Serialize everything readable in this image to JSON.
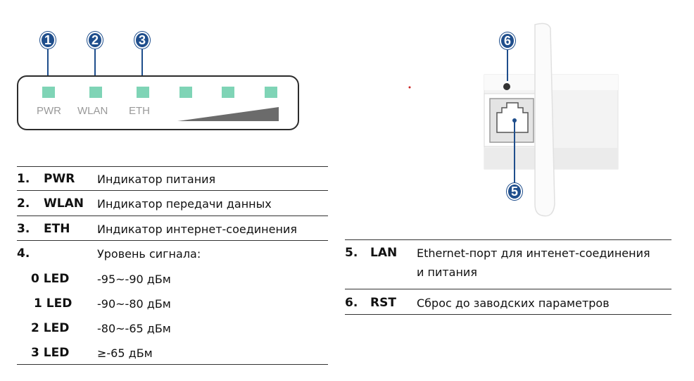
{
  "led_panel": {
    "labels": [
      "PWR",
      "WLAN",
      "ETH"
    ],
    "callouts": [
      "1",
      "2",
      "3"
    ],
    "colors": {
      "led": "#7fd4b6",
      "callout": "#1f4e8c",
      "ramp": "#6b6b6b"
    }
  },
  "left_table": {
    "rows": [
      {
        "num": "1.",
        "code": "PWR",
        "desc": "Индикатор питания"
      },
      {
        "num": "2.",
        "code": "WLAN",
        "desc": "Индикатор передачи данных"
      },
      {
        "num": "3.",
        "code": "ETH",
        "desc": "Индикатор интернет-соединения"
      },
      {
        "num": "4.",
        "code": "",
        "desc": "Уровень сигнала:"
      }
    ],
    "signal_levels": [
      {
        "code": "0 LED",
        "desc": "-95~-90 дБм"
      },
      {
        "code": "1 LED",
        "desc": "-90~-80 дБм"
      },
      {
        "code": "2 LED",
        "desc": "-80~-65 дБм"
      },
      {
        "code": "3 LED",
        "desc": "≥-65 дБм"
      }
    ]
  },
  "device": {
    "callouts": [
      "6",
      "5"
    ]
  },
  "right_table": {
    "rows": [
      {
        "num": "5.",
        "code": "LAN",
        "desc_line1": "Ethernet-порт для интенет-соединения",
        "desc_line2": "и питания"
      },
      {
        "num": "6.",
        "code": "RST",
        "desc_line1": "Сброс до заводских параметров"
      }
    ]
  }
}
